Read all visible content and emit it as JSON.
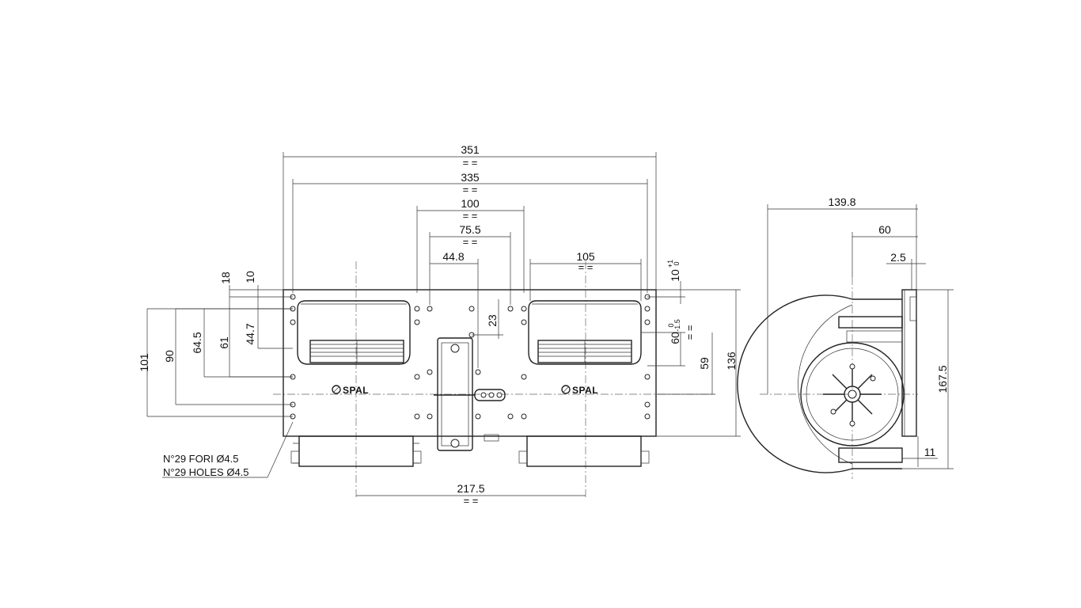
{
  "brand": "SPAL",
  "front_view": {
    "dims_top": [
      "351",
      "335",
      "100",
      "75.5",
      "44.8",
      "105"
    ],
    "equal_mark": "= =",
    "dims_left": [
      "18",
      "10",
      "44.7",
      "61",
      "64.5",
      "90",
      "101"
    ],
    "dim_center": "23",
    "dims_right": [
      "10",
      "60",
      "59",
      "136"
    ],
    "tol_10": "+1",
    "tol_10_low": "0",
    "tol_60": "0",
    "tol_60_low": "-1.5",
    "dim_bottom": "217.5",
    "holes_note": [
      "N°29 FORI Ø4.5",
      "N°29 HOLES Ø4.5"
    ]
  },
  "side_view": {
    "dims_top": [
      "139.8",
      "60",
      "2.5"
    ],
    "dims_right": [
      "167.5",
      "11"
    ]
  }
}
